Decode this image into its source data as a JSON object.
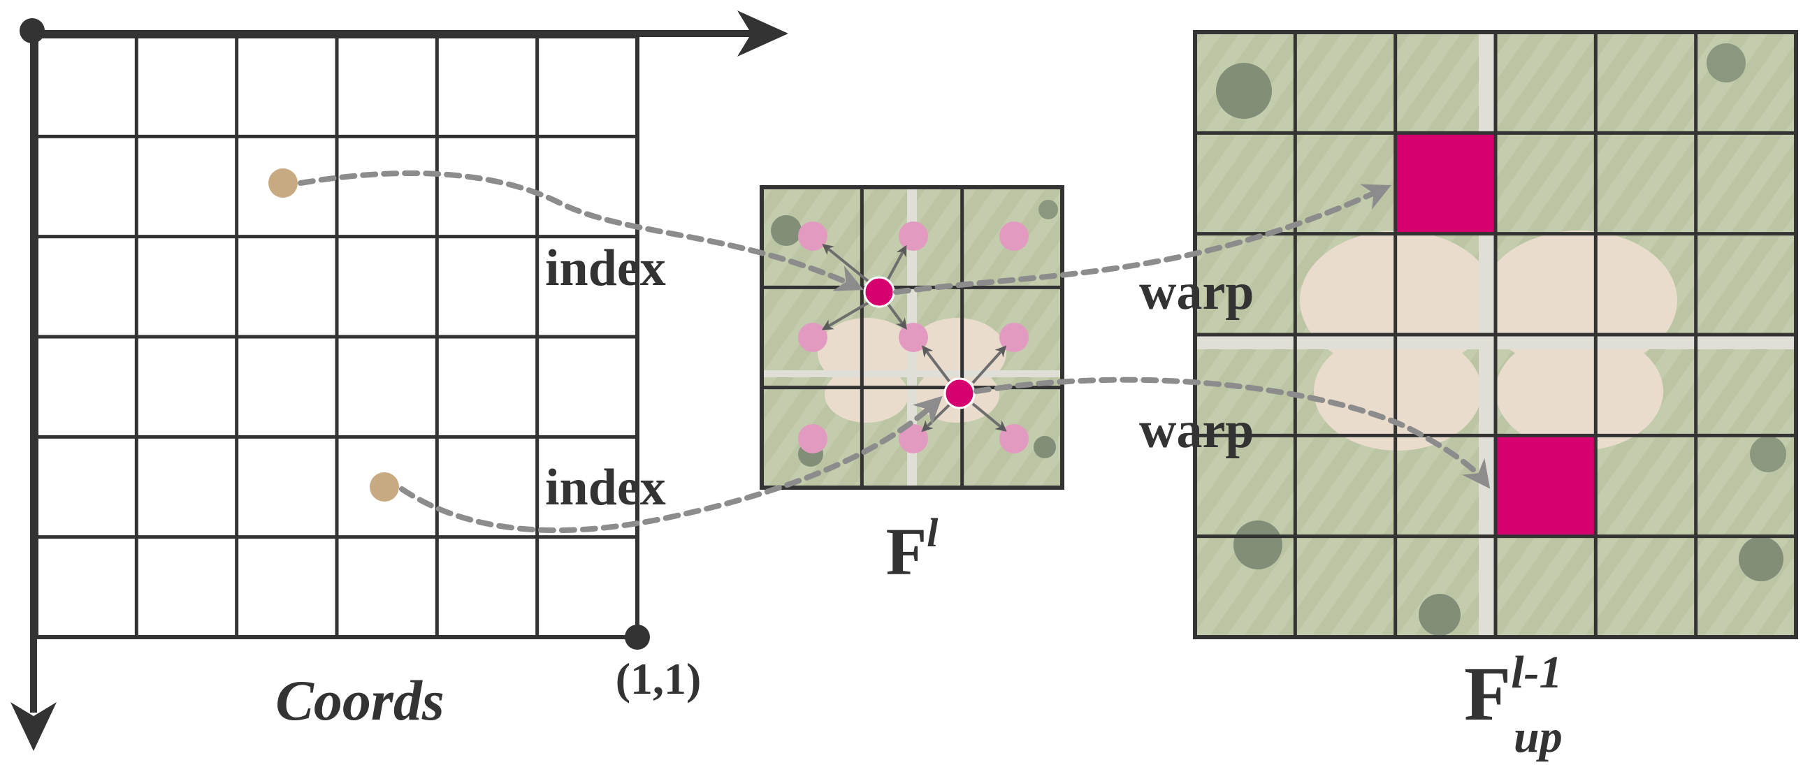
{
  "labels": {
    "coords": "Coords",
    "origin_end": "(1,1)",
    "index_top": "index",
    "index_bottom": "index",
    "warp_top": "warp",
    "warp_bottom": "warp",
    "feature_main": "F",
    "feature_sup": "l",
    "up_main": "F",
    "up_sup": "l-1",
    "up_sub": "up"
  },
  "colors": {
    "grid": "#333333",
    "sample_point": "#c8aa82",
    "warped_point": "#d6006e",
    "neighbor_point": "#e39ac0",
    "highlight_cell": "#d6006e",
    "arrow": "#8c8c8c",
    "field_grass": "#a9b58a",
    "field_dirt": "#e4d2bf"
  }
}
